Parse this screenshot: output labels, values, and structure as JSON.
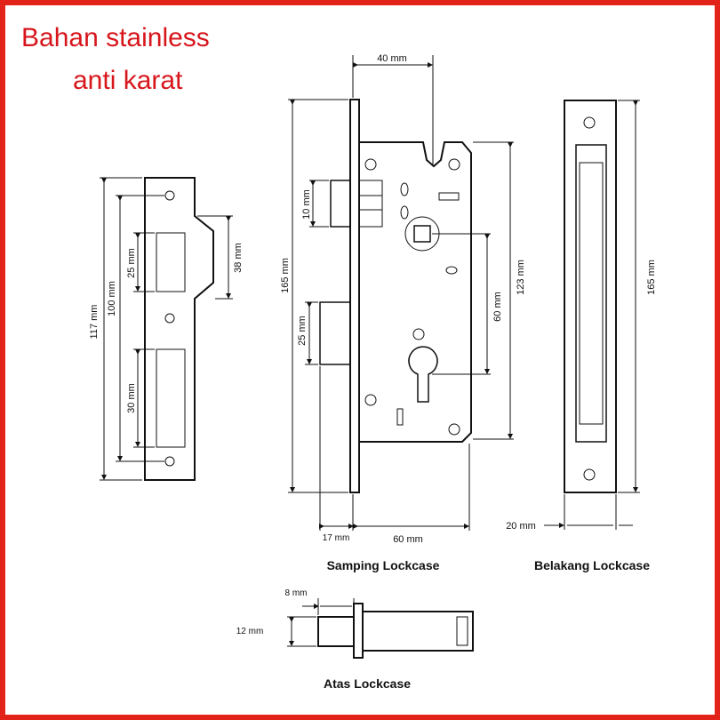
{
  "headline": {
    "line1": "Bahan stainless",
    "line2": "anti karat"
  },
  "strike_plate": {
    "dim_117": "117 mm",
    "dim_100": "100 mm",
    "dim_25": "25 mm",
    "dim_30": "30 mm",
    "dim_38": "38 mm"
  },
  "side_view": {
    "dim_40": "40 mm",
    "dim_10": "10 mm",
    "dim_165": "165 mm",
    "dim_25": "25 mm",
    "dim_123": "123 mm",
    "dim_60_vertical": "60 mm",
    "dim_17": "17 mm",
    "dim_60_horizontal": "60 mm",
    "caption": "Samping Lockcase"
  },
  "back_view": {
    "dim_165": "165 mm",
    "dim_20": "20 mm",
    "caption": "Belakang Lockcase"
  },
  "top_view": {
    "dim_8": "8 mm",
    "dim_12": "12 mm",
    "caption": "Atas Lockcase"
  },
  "colors": {
    "border": "#e2231a",
    "headline": "#d7161c",
    "line": "#111111"
  }
}
